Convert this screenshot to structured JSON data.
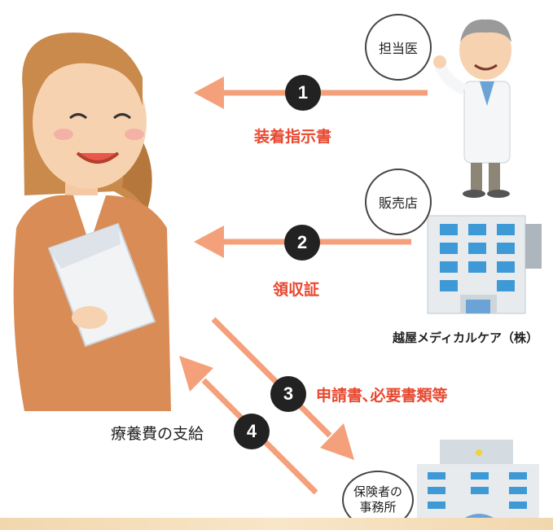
{
  "labels": {
    "doctor_bubble": "担当医",
    "shop_bubble": "販売店",
    "insurer_bubble_line1": "保険者の",
    "insurer_bubble_line2": "事務所",
    "company": "越屋メディカルケア（株）"
  },
  "steps": [
    {
      "number": "1",
      "label": "装着指示書"
    },
    {
      "number": "2",
      "label": "領収証"
    },
    {
      "number": "3",
      "label": "申請書､必要書類等"
    },
    {
      "number": "4",
      "label": "療養費の支給"
    }
  ],
  "colors": {
    "arrow": "#f4a07a",
    "step_text": "#e8482f",
    "badge": "#222222",
    "suit": "#d98c55",
    "building": "#aeb6bd"
  },
  "icons": [
    "woman-figure",
    "doctor-figure",
    "shop-building-icon",
    "insurer-building-icon"
  ]
}
